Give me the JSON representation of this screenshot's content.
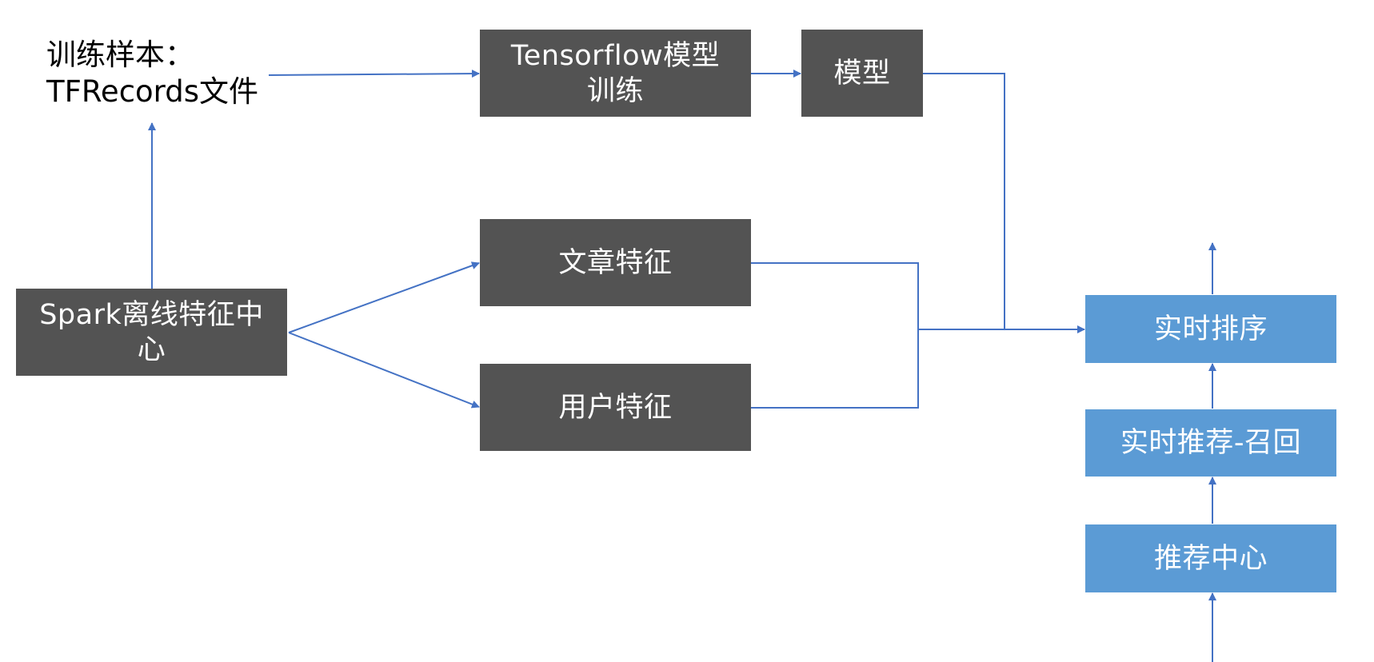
{
  "nodes": {
    "samples": "训练样本：\nTFRecords文件",
    "tf_training": "Tensorflow模型\n训练",
    "model": "模型",
    "spark": "Spark离线特征中\n心",
    "article_features": "文章特征",
    "user_features": "用户特征",
    "realtime_ranking": "实时排序",
    "realtime_recall": "实时推荐-召回",
    "rec_center": "推荐中心"
  },
  "colors": {
    "dark_box": "#535353",
    "blue_box": "#5b9bd5",
    "connector": "#4472c4"
  }
}
